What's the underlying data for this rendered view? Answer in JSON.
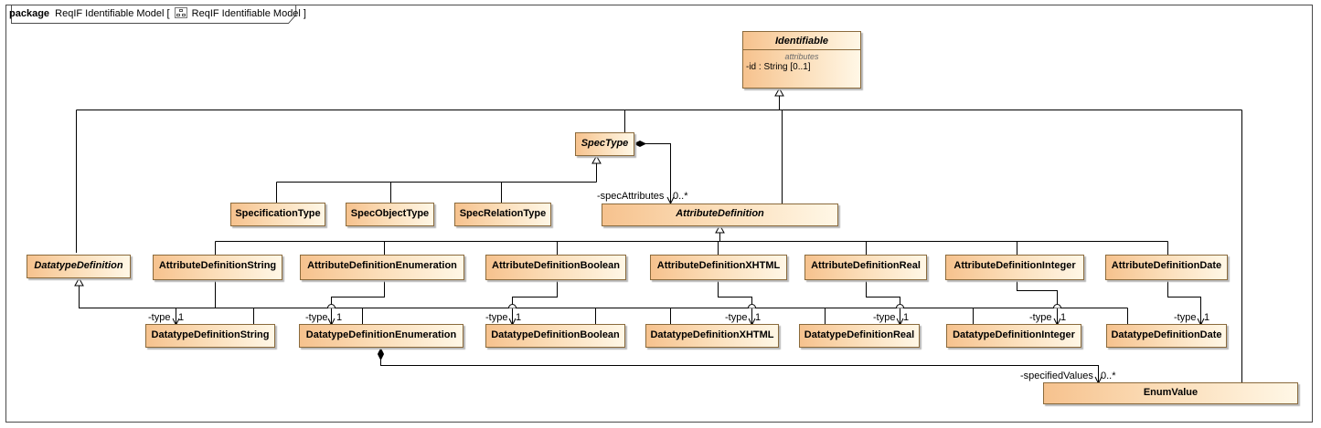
{
  "diagram": {
    "keyword": "package",
    "title": "ReqIF Identifiable Model [",
    "title_end": "ReqIF Identifiable Model ]",
    "icon": "class-diagram-icon"
  },
  "classes": {
    "identifiable": {
      "name": "Identifiable",
      "compartment": "attributes",
      "attribute": "-id : String [0..1]"
    },
    "spec_type": {
      "name": "SpecType"
    },
    "specification_type": {
      "name": "SpecificationType"
    },
    "spec_object_type": {
      "name": "SpecObjectType"
    },
    "spec_relation_type": {
      "name": "SpecRelationType"
    },
    "attribute_definition": {
      "name": "AttributeDefinition"
    },
    "datatype_definition": {
      "name": "DatatypeDefinition"
    },
    "ad_string": {
      "name": "AttributeDefinitionString"
    },
    "ad_enumeration": {
      "name": "AttributeDefinitionEnumeration"
    },
    "ad_boolean": {
      "name": "AttributeDefinitionBoolean"
    },
    "ad_xhtml": {
      "name": "AttributeDefinitionXHTML"
    },
    "ad_real": {
      "name": "AttributeDefinitionReal"
    },
    "ad_integer": {
      "name": "AttributeDefinitionInteger"
    },
    "ad_date": {
      "name": "AttributeDefinitionDate"
    },
    "dd_string": {
      "name": "DatatypeDefinitionString"
    },
    "dd_enumeration": {
      "name": "DatatypeDefinitionEnumeration"
    },
    "dd_boolean": {
      "name": "DatatypeDefinitionBoolean"
    },
    "dd_xhtml": {
      "name": "DatatypeDefinitionXHTML"
    },
    "dd_real": {
      "name": "DatatypeDefinitionReal"
    },
    "dd_integer": {
      "name": "DatatypeDefinitionInteger"
    },
    "dd_date": {
      "name": "DatatypeDefinitionDate"
    },
    "enum_value": {
      "name": "EnumValue"
    }
  },
  "labels": {
    "spec_attributes_role": "-specAttributes",
    "spec_attributes_mult": "0..*",
    "type_role": "-type",
    "type_mult": "1",
    "specified_values_role": "-specifiedValues",
    "specified_values_mult": "0..*"
  },
  "colors": {
    "class_fill_dark": "#f6c28e",
    "class_fill_light": "#fff7e6",
    "line": "#000000"
  }
}
